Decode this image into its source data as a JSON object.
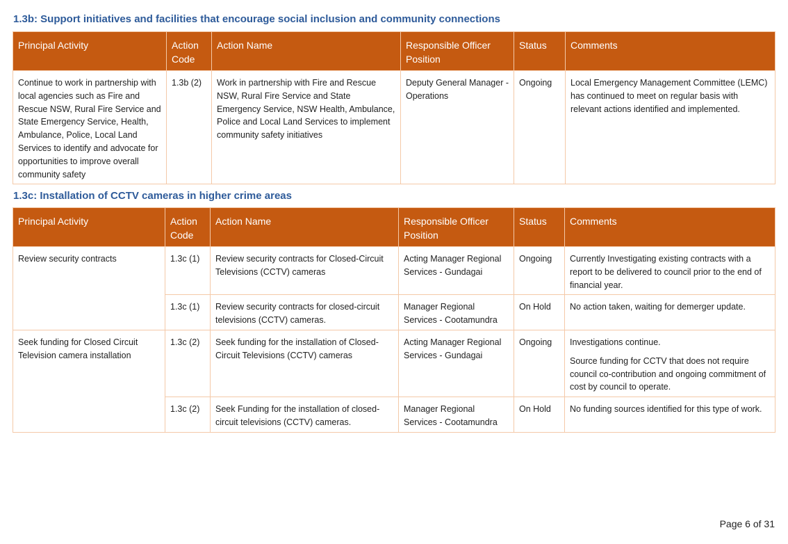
{
  "colors": {
    "header_bg": "#c55a11",
    "header_text": "#ffffff",
    "section_title": "#2e5b9a",
    "border": "#f4c9a8"
  },
  "headers": [
    "Principal Activity",
    "Action Code",
    "Action Name",
    "Responsible Officer Position",
    "Status",
    "Comments"
  ],
  "section1": {
    "title": "1.3b: Support initiatives and facilities that encourage social inclusion and community connections",
    "rows": [
      {
        "principal_activity": "Continue to work in partnership with local agencies such as Fire and Rescue NSW, Rural Fire Service and State Emergency Service, Health, Ambulance, Police, Local Land Services to identify and advocate for opportunities to improve overall community safety",
        "action_code": "1.3b (2)",
        "action_name": "Work in partnership with Fire and Rescue NSW, Rural Fire Service and State Emergency Service, NSW Health, Ambulance, Police and Local Land Services to implement community safety initiatives",
        "officer": "Deputy General Manager - Operations",
        "status": "Ongoing",
        "comments": [
          "Local Emergency Management Committee (LEMC) has continued to meet on regular basis with relevant actions identified and implemented."
        ]
      }
    ]
  },
  "section2": {
    "title": "1.3c: Installation of CCTV cameras in higher crime areas",
    "rows": [
      {
        "principal_activity": "Review security contracts",
        "action_code": "1.3c (1)",
        "action_name": "Review security contracts for Closed-Circuit Televisions (CCTV) cameras",
        "officer": "Acting Manager Regional Services - Gundagai",
        "status": "Ongoing",
        "comments": [
          "Currently Investigating existing contracts with a report to be delivered to council prior to the end of financial year."
        ]
      },
      {
        "principal_activity": "",
        "action_code": "1.3c (1)",
        "action_name": "Review security contracts for closed-circuit televisions (CCTV) cameras.",
        "officer": "Manager Regional Services - Cootamundra",
        "status": "On Hold",
        "comments": [
          "No action taken, waiting for demerger update."
        ]
      },
      {
        "principal_activity": "Seek funding for Closed Circuit Television camera installation",
        "action_code": "1.3c (2)",
        "action_name": "Seek funding for the installation of Closed-Circuit Televisions (CCTV) cameras",
        "officer": "Acting Manager Regional Services - Gundagai",
        "status": "Ongoing",
        "comments": [
          "Investigations continue.",
          "Source funding for CCTV that does not require council co-contribution and ongoing commitment of cost by council to operate."
        ]
      },
      {
        "principal_activity": "",
        "action_code": "1.3c (2)",
        "action_name": "Seek Funding for the installation of closed-circuit televisions (CCTV) cameras.",
        "officer": "Manager Regional Services - Cootamundra",
        "status": "On Hold",
        "comments": [
          "No funding sources identified for this type of work."
        ]
      }
    ]
  },
  "page_number": "Page 6 of 31"
}
